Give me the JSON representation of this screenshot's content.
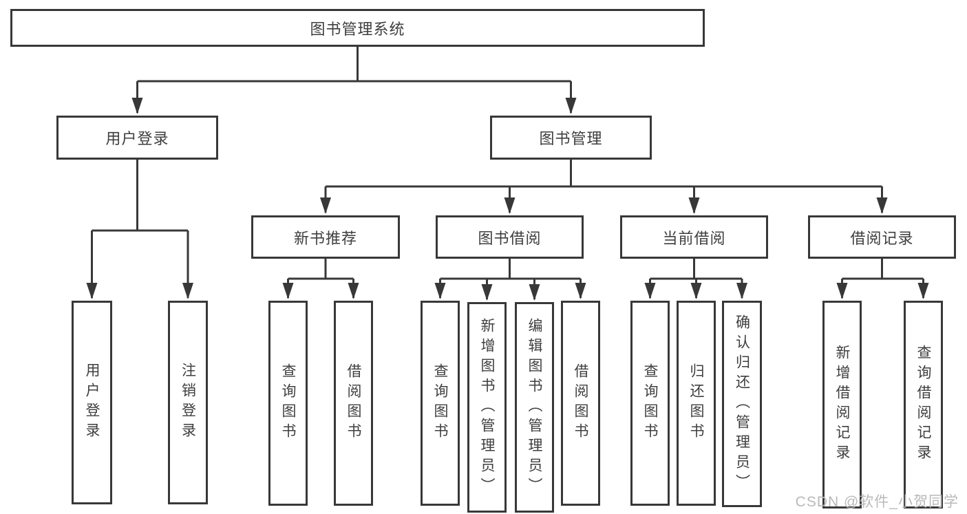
{
  "diagram_type": "tree",
  "colors": {
    "line": "#383838",
    "node_border": "#383838",
    "text": "#3e3e3e",
    "watermark_text": "#b9b9b9",
    "background": "#ffffff"
  },
  "tree": {
    "root": {
      "label": "图书管理系统"
    },
    "children": [
      {
        "label": "用户登录",
        "children": [
          {
            "label": "用户登录"
          },
          {
            "label": "注销登录"
          }
        ]
      },
      {
        "label": "图书管理",
        "children": [
          {
            "label": "新书推荐",
            "children": [
              {
                "label": "查询图书"
              },
              {
                "label": "借阅图书"
              }
            ]
          },
          {
            "label": "图书借阅",
            "children": [
              {
                "label": "查询图书"
              },
              {
                "label": "新增图书（管理员）"
              },
              {
                "label": "编辑图书（管理员）"
              },
              {
                "label": "借阅图书"
              }
            ]
          },
          {
            "label": "当前借阅",
            "children": [
              {
                "label": "查询图书"
              },
              {
                "label": "归还图书"
              },
              {
                "label": "确认归还（管理员）"
              }
            ]
          },
          {
            "label": "借阅记录",
            "children": [
              {
                "label": "新增借阅记录"
              },
              {
                "label": "查询借阅记录"
              }
            ]
          }
        ]
      }
    ]
  },
  "watermark": "CSDN @软件_小贺同学"
}
